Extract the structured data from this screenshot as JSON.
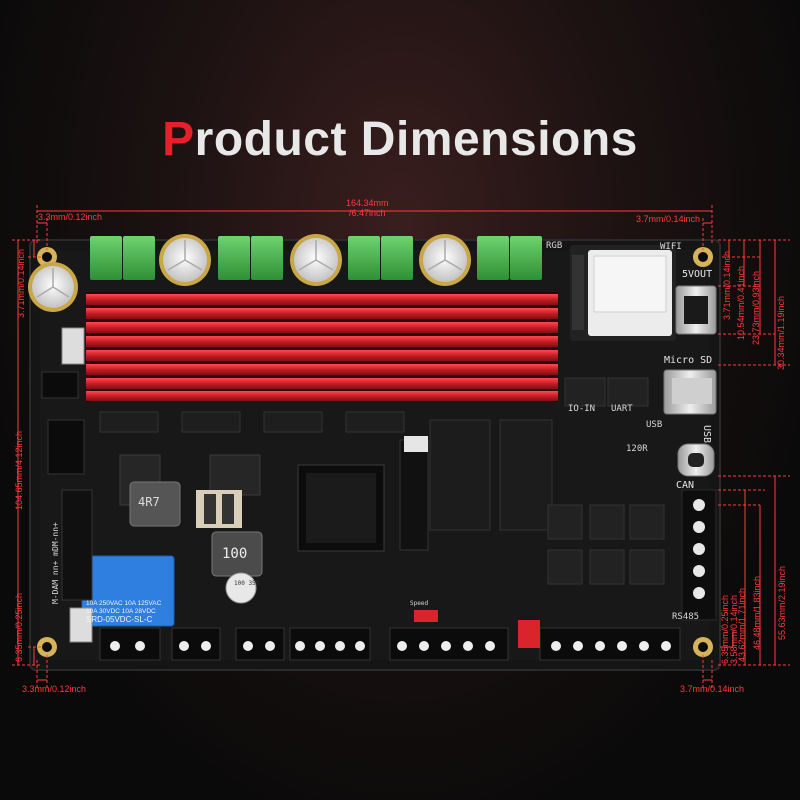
{
  "title": {
    "first_letter": "P",
    "rest": "roduct Dimensions"
  },
  "dimensions": {
    "total_width": {
      "mm": "164.34mm",
      "inch": "/6.47inch"
    },
    "top_left_offset": "3.3mm/0.12inch",
    "top_right_offset": "3.7mm/0.14inch",
    "bottom_left_offset": "3.3mm/0.12inch",
    "bottom_right_offset": "3.7mm/0.14inch",
    "left_top_hole": "3.71mm/0.14inch",
    "left_height": "104.65mm/4.12inch",
    "left_lower": "6.35mm/0.25inch",
    "right_vertical": [
      "3.71mm/0.14inch",
      "10.54mm/0.41inch",
      "23.73mm/0.93inch",
      "30.34mm/1.19inch",
      "6.35mm/0.25inch",
      "3.58mm/0.14inch",
      "43.62mm/1.71inch",
      "46.48mm/1.83inch",
      "55.63mm/2.19inch"
    ]
  },
  "board_labels": {
    "wifi": "WIFI",
    "rgb": "RGB",
    "vout": "5VOUT",
    "micro_sd": "Micro SD",
    "usb": "USB",
    "usb_small": "USB",
    "can": "CAN",
    "rs485": "RS485",
    "io_in": "IO-IN",
    "uart": "UART",
    "r120": "120R",
    "speed": "Speed",
    "chip_100": "100",
    "chip_4r7": "4R7",
    "cap_value": "100\n35V",
    "left_header": "M-DAM nn+ mDM-nn+"
  },
  "relay": {
    "line1": "10A 250VAC 10A 125VAC",
    "line2": "10A 30VDC 10A 28VDC",
    "model": "SRD-05VDC-SL-C"
  },
  "colors": {
    "accent": "#e5202a",
    "dim_line": "#ff3b3b",
    "pcb": "#141414",
    "heatsink": "#d8242a",
    "terminal_green": "#4caf50",
    "relay_blue": "#2f7fe0"
  }
}
